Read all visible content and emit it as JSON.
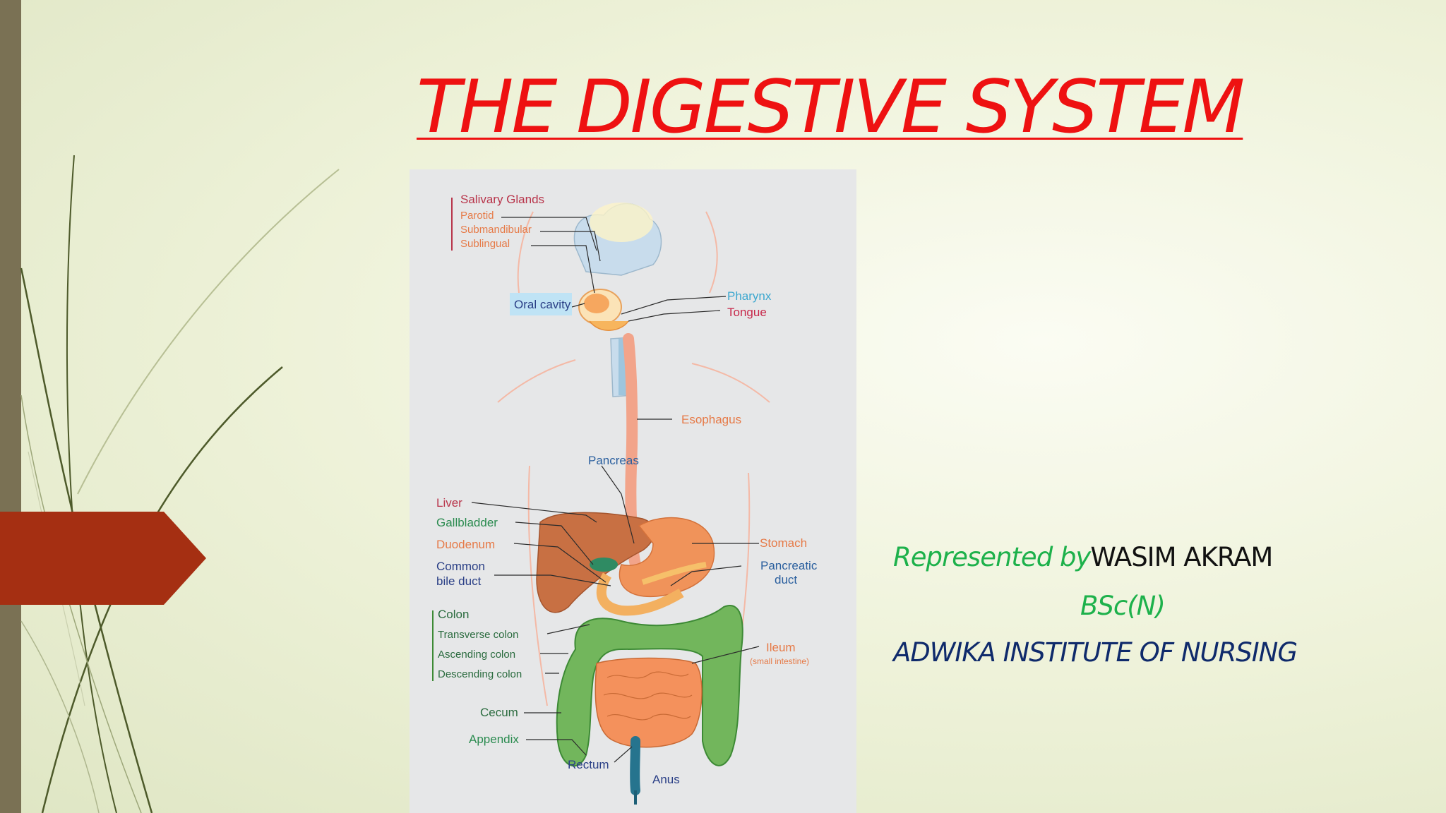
{
  "slide": {
    "title": "THE DIGESTIVE SYSTEM",
    "credit": {
      "prefix": "Represented by",
      "name": "WASIM AKRAM",
      "degree": "BSc(N)",
      "institute": "ADWIKA INSTITUTE OF NURSING"
    }
  },
  "diagram": {
    "salivary_glands": {
      "heading": "Salivary Glands",
      "items": [
        "Parotid",
        "Submandibular",
        "Sublingual"
      ]
    },
    "labels": {
      "oral_cavity": "Oral cavity",
      "pharynx": "Pharynx",
      "tongue": "Tongue",
      "esophagus": "Esophagus",
      "pancreas": "Pancreas",
      "liver": "Liver",
      "gallbladder": "Gallbladder",
      "duodenum": "Duodenum",
      "common_bile_duct_1": "Common",
      "common_bile_duct_2": "bile duct",
      "stomach": "Stomach",
      "pancreatic_duct_1": "Pancreatic",
      "pancreatic_duct_2": "duct",
      "ileum": "Ileum",
      "ileum_note": "(small intestine)",
      "cecum": "Cecum",
      "appendix": "Appendix",
      "rectum": "Rectum",
      "anus": "Anus"
    },
    "colon": {
      "heading": "Colon",
      "items": [
        "Transverse colon",
        "Ascending colon",
        "Descending colon"
      ]
    }
  },
  "colors": {
    "title": "#ee1111",
    "left_bar": "#7a7154",
    "arrow_tab": "#a52f12",
    "credit_green": "#1db14b",
    "credit_navy": "#0f2a6b"
  }
}
